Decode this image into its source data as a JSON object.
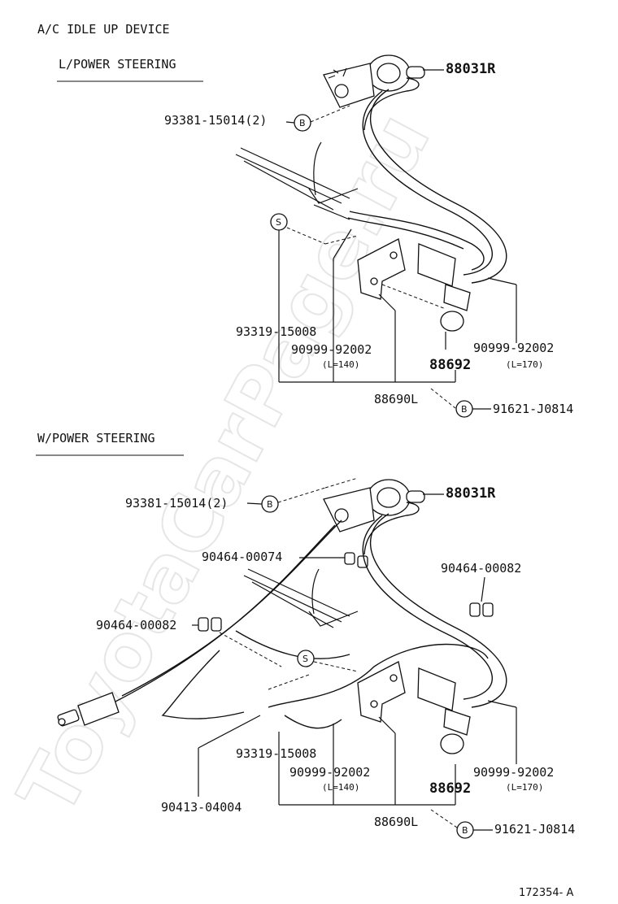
{
  "watermark": "ToyotaCarPage.ru",
  "title": "A/C IDLE UP DEVICE",
  "ref_code": "172354- A",
  "top": {
    "section_label": "L/POWER STEERING",
    "part_88031r": "88031R",
    "bolt": "93381-15014(2)",
    "circle_b1": "B",
    "circle_s": "S",
    "part_93319": "93319-15008",
    "hose_left": "90999-92002",
    "hose_left_len": "(L=140)",
    "part_88692": "88692",
    "hose_right": "90999-92002",
    "hose_right_len": "(L=170)",
    "part_88690l": "88690L",
    "circle_b2": "B",
    "part_91621": "91621-J0814"
  },
  "bottom": {
    "section_label": "W/POWER STEERING",
    "bolt": "93381-15014(2)",
    "circle_b1": "B",
    "part_88031r": "88031R",
    "clip_74": "90464-00074",
    "clip_82_right": "90464-00082",
    "clip_82_left": "90464-00082",
    "circle_s": "S",
    "part_93319": "93319-15008",
    "hose_left": "90999-92002",
    "hose_left_len": "(L=140)",
    "hose_right": "90999-92002",
    "hose_right_len": "(L=170)",
    "part_88692": "88692",
    "part_90413": "90413-04004",
    "part_88690l": "88690L",
    "circle_b2": "B",
    "part_91621": "91621-J0814"
  }
}
